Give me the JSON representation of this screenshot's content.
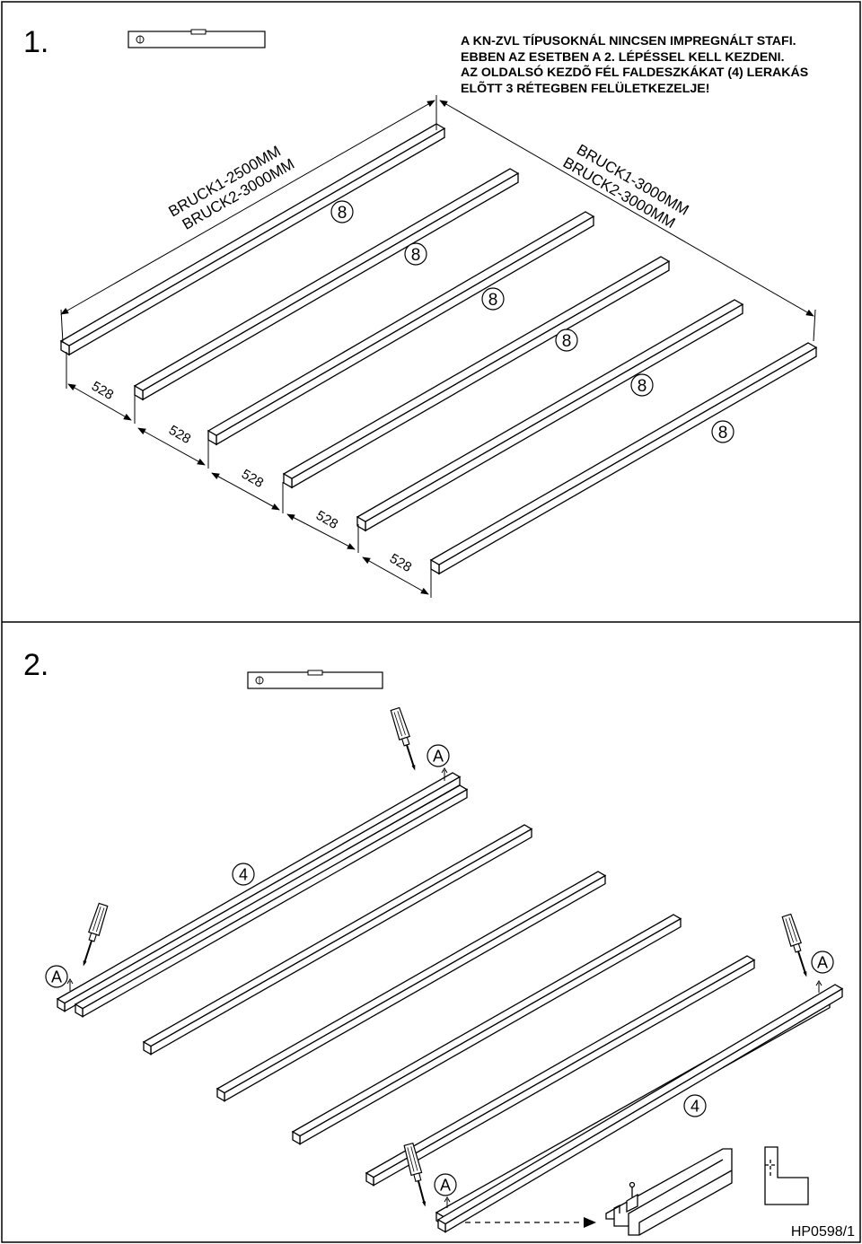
{
  "steps": [
    {
      "number": "1.",
      "note_lines": [
        "A KN-ZVL TÍPUSOKNÁL NINCSEN IMPREGNÁLT STAFI.",
        "EBBEN AZ ESETBEN A 2. LÉPÉSSEL KELL KEZDENI.",
        "AZ OLDALSÓ KEZDÕ FÉL FALDESZKÁKAT (4) LERAKÁS",
        "ELÕTT 3 RÉTEGBEN FELÜLETKEZELJE!"
      ],
      "left_dimension": [
        "BRUCK1-2500MM",
        "BRUCK2-3000MM"
      ],
      "right_dimension": [
        "BRUCK1-3000MM",
        "BRUCK2-3000MM"
      ],
      "beam_part_label": "8",
      "spacing_label": "528"
    },
    {
      "number": "2.",
      "board_part_label": "4",
      "screw_label": "A"
    }
  ],
  "document_code": "HP0598/1"
}
